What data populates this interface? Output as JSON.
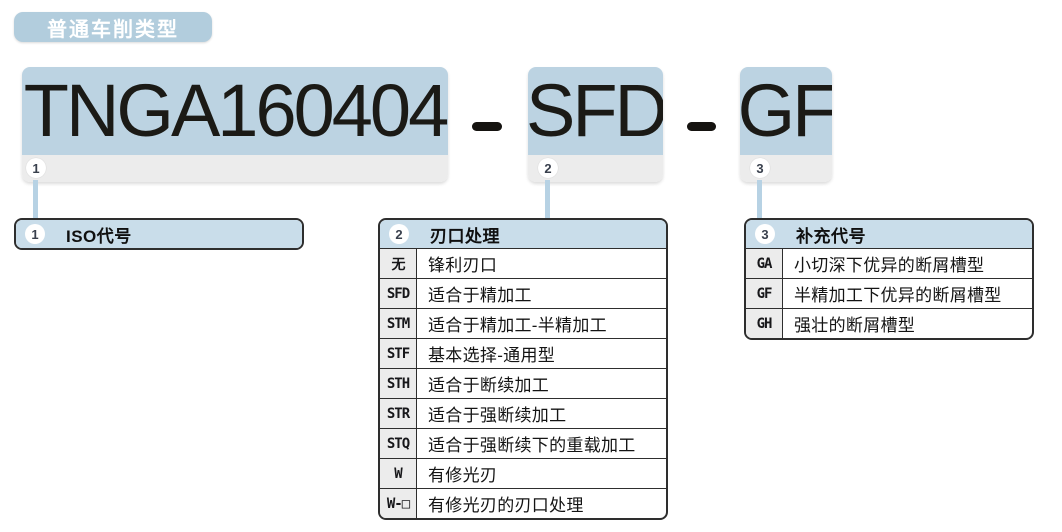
{
  "page": {
    "tag_label": "普通车削类型"
  },
  "designation": {
    "separator": "-",
    "segments": [
      {
        "code": "TNGA160404",
        "ref": "1"
      },
      {
        "code": "SFD",
        "ref": "2"
      },
      {
        "code": "GF",
        "ref": "3"
      }
    ]
  },
  "tables": {
    "iso": {
      "ref": "1",
      "title": "ISO代号"
    },
    "edge": {
      "ref": "2",
      "title": "刃口处理",
      "rows": [
        {
          "code": "无",
          "desc": "锋利刃口"
        },
        {
          "code": "SFD",
          "desc": "适合于精加工"
        },
        {
          "code": "STM",
          "desc": "适合于精加工-半精加工"
        },
        {
          "code": "STF",
          "desc": "基本选择-通用型"
        },
        {
          "code": "STH",
          "desc": "适合于断续加工"
        },
        {
          "code": "STR",
          "desc": "适合于强断续加工"
        },
        {
          "code": "STQ",
          "desc": "适合于强断续下的重载加工"
        },
        {
          "code": "W",
          "desc": "有修光刃"
        },
        {
          "code": "W-□",
          "desc": "有修光刃的刃口处理"
        }
      ]
    },
    "supplement": {
      "ref": "3",
      "title": "补充代号",
      "rows": [
        {
          "code": "GA",
          "desc": "小切深下优异的断屑槽型"
        },
        {
          "code": "GF",
          "desc": "半精加工下优异的断屑槽型"
        },
        {
          "code": "GH",
          "desc": "强壮的断屑槽型"
        }
      ]
    }
  },
  "colors": {
    "code_box_blue": "#bcd3e2",
    "table_header_blue": "#c9ddea",
    "tag_blue": "#b2cddd",
    "strip_gray": "#ececec",
    "connector_blue": "#b7d2e4",
    "border_dark": "#2e2e2e"
  }
}
